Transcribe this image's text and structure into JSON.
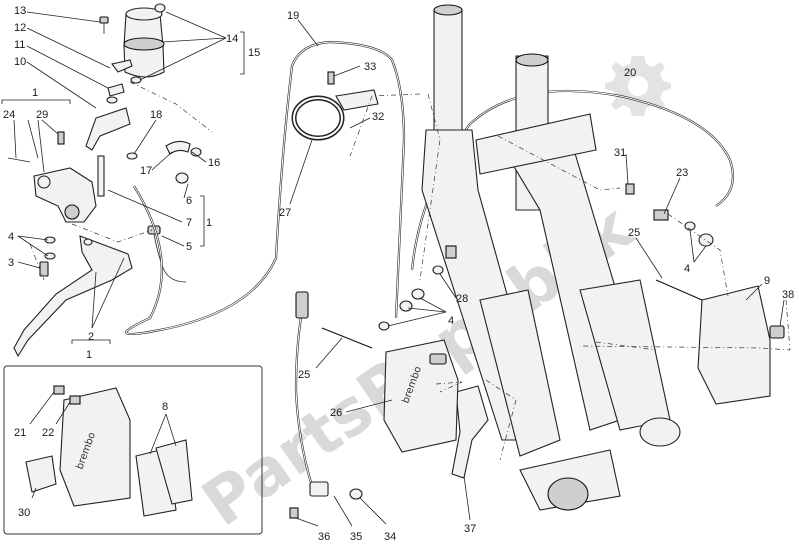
{
  "watermark": {
    "text": "PartsRepublik"
  },
  "callouts": [
    {
      "id": "13",
      "text": "13"
    },
    {
      "id": "12",
      "text": "12"
    },
    {
      "id": "11",
      "text": "11"
    },
    {
      "id": "10",
      "text": "10"
    },
    {
      "id": "1a",
      "text": "1"
    },
    {
      "id": "24",
      "text": "24"
    },
    {
      "id": "29",
      "text": "29"
    },
    {
      "id": "18",
      "text": "18"
    },
    {
      "id": "17",
      "text": "17"
    },
    {
      "id": "16",
      "text": "16"
    },
    {
      "id": "14",
      "text": "14"
    },
    {
      "id": "15",
      "text": "15"
    },
    {
      "id": "6",
      "text": "6"
    },
    {
      "id": "7",
      "text": "7"
    },
    {
      "id": "1b",
      "text": "1"
    },
    {
      "id": "5",
      "text": "5"
    },
    {
      "id": "4a",
      "text": "4"
    },
    {
      "id": "3",
      "text": "3"
    },
    {
      "id": "2",
      "text": "2"
    },
    {
      "id": "1c",
      "text": "1"
    },
    {
      "id": "19",
      "text": "19"
    },
    {
      "id": "33",
      "text": "33"
    },
    {
      "id": "32",
      "text": "32"
    },
    {
      "id": "27",
      "text": "27"
    },
    {
      "id": "20",
      "text": "20"
    },
    {
      "id": "31",
      "text": "31"
    },
    {
      "id": "23",
      "text": "23"
    },
    {
      "id": "25a",
      "text": "25"
    },
    {
      "id": "4b",
      "text": "4"
    },
    {
      "id": "9",
      "text": "9"
    },
    {
      "id": "38",
      "text": "38"
    },
    {
      "id": "28",
      "text": "28"
    },
    {
      "id": "4c",
      "text": "4"
    },
    {
      "id": "25b",
      "text": "25"
    },
    {
      "id": "26",
      "text": "26"
    },
    {
      "id": "8",
      "text": "8"
    },
    {
      "id": "21",
      "text": "21"
    },
    {
      "id": "22",
      "text": "22"
    },
    {
      "id": "30",
      "text": "30"
    },
    {
      "id": "36",
      "text": "36"
    },
    {
      "id": "35",
      "text": "35"
    },
    {
      "id": "34",
      "text": "34"
    },
    {
      "id": "37",
      "text": "37"
    }
  ]
}
